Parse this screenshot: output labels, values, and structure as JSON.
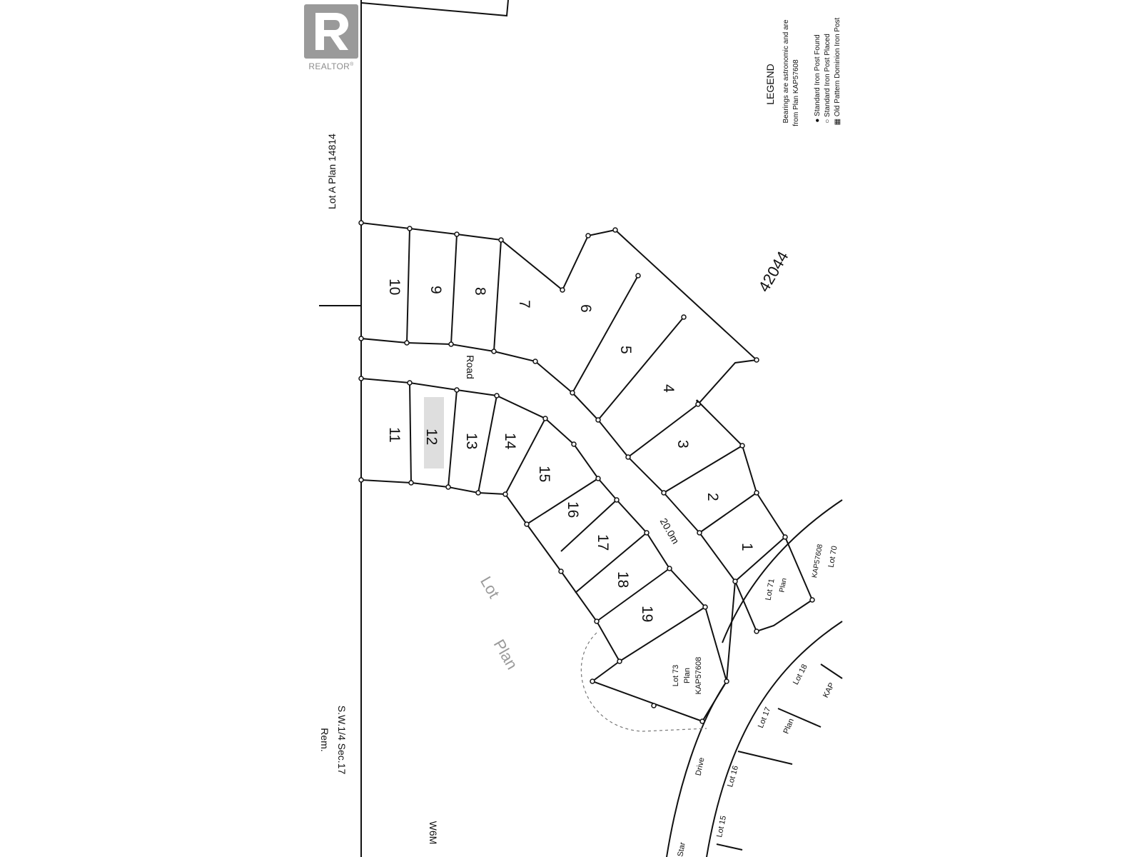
{
  "watermark": {
    "brand": "REALTOR",
    "mark": "®"
  },
  "legend": {
    "title": "LEGEND",
    "lines": [
      "Bearings are astronomic and are",
      "from Plan KAP57608",
      "● Standard Iron Post Found",
      "○ Standard Iron Post Placed",
      "▦ Old Pattern Dominion Iron Post"
    ]
  },
  "labels": {
    "plan_top": "Lot A  Plan 14814",
    "plan_num": "42044",
    "rem": "Rem.",
    "section": "S.W.1/4  Sec.17",
    "wm": "W6M",
    "road": "Road",
    "road_width": "20.0m",
    "lot_faint": "Lot",
    "plan_faint": "Plan",
    "drive": "Drive",
    "star": "Star"
  },
  "lots": [
    "1",
    "2",
    "3",
    "4",
    "5",
    "6",
    "7",
    "8",
    "9",
    "10",
    "11",
    "12",
    "13",
    "14",
    "15",
    "16",
    "17",
    "18",
    "19"
  ],
  "neighbours": {
    "lot70": "Lot 70",
    "kap57608a": "KAP57608",
    "lot71": "Lot 71",
    "plan71": "Plan",
    "lot73": "Lot 73",
    "plan73": "Plan",
    "kap57608b": "KAP57608",
    "lot15": "Lot 15",
    "lot16": "Lot 16",
    "lot17": "Lot 17",
    "lot18": "Lot 18",
    "plan_r": "Plan",
    "kap_r": "KAP"
  }
}
